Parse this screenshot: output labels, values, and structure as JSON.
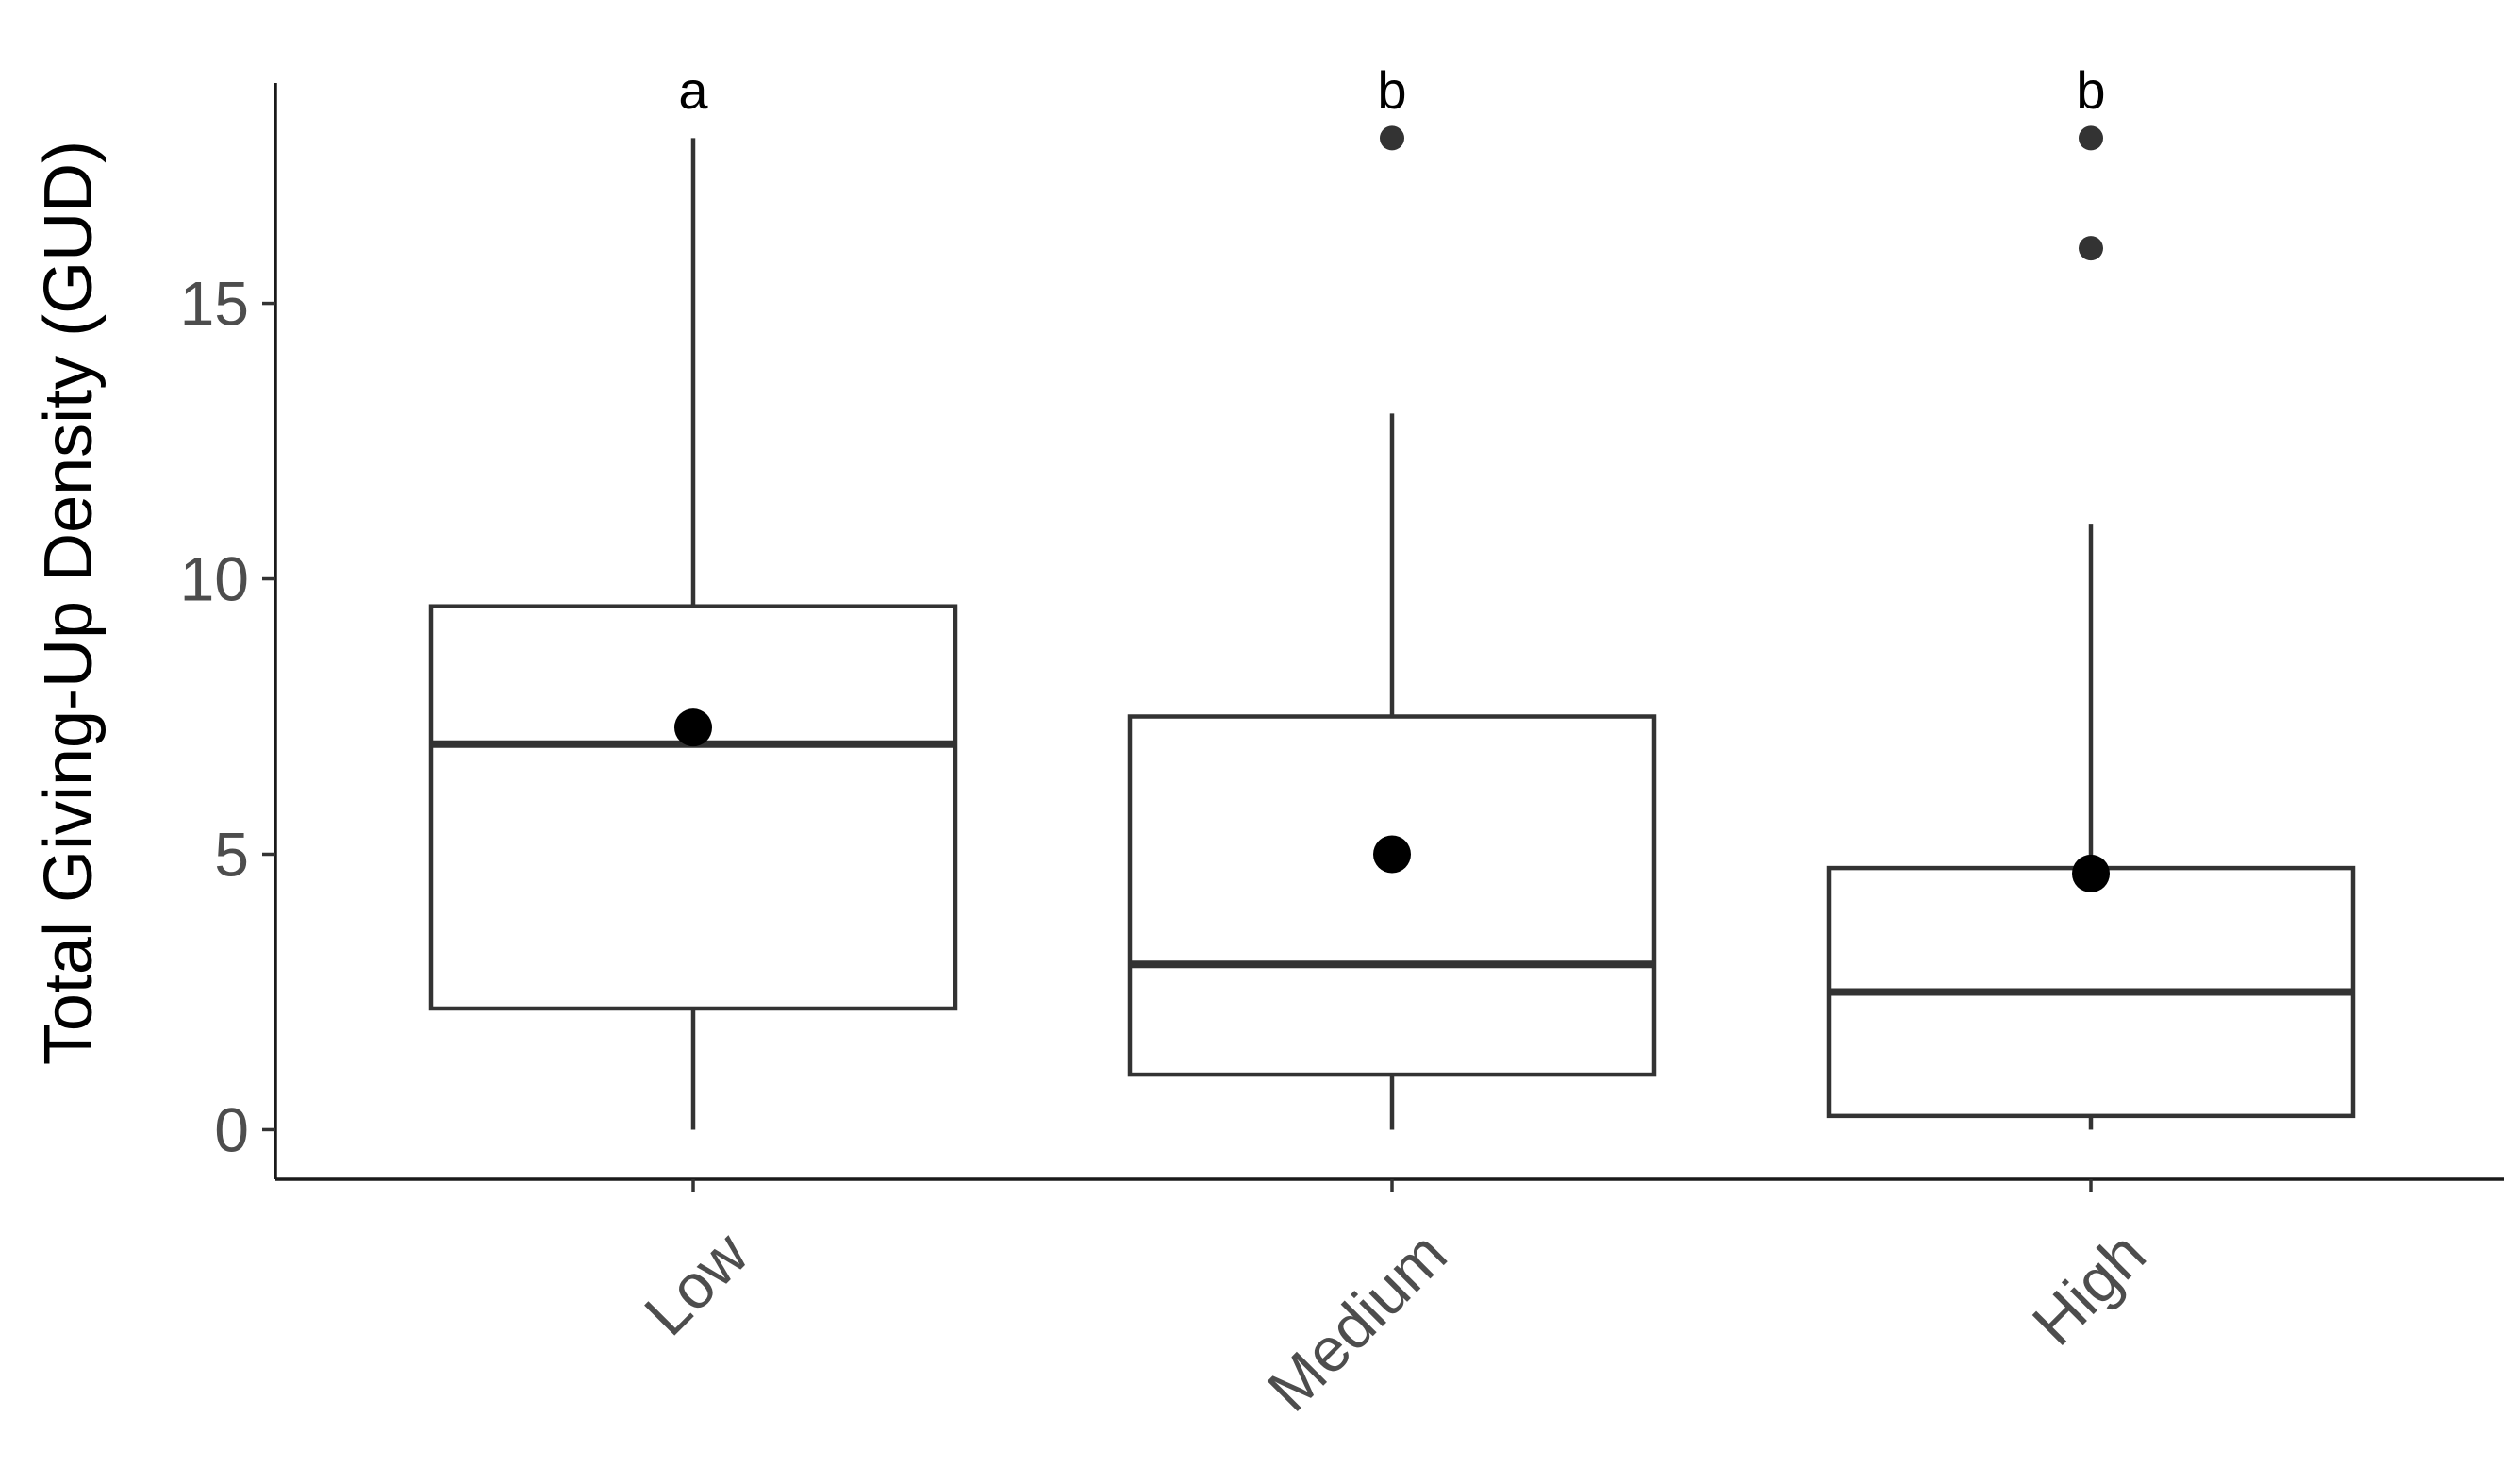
{
  "chart_data": {
    "type": "box",
    "title": "",
    "xlabel": "",
    "ylabel": "Total Giving-Up Density (GUD)",
    "ylim": [
      -0.9,
      19.0
    ],
    "yticks": [
      0,
      5,
      10,
      15
    ],
    "grid": false,
    "legend": "none",
    "colors": {
      "box_stroke": "#333333",
      "mean_point": "#000000",
      "axis": "#1a1a1a",
      "tick_label": "#4d4d4d"
    },
    "categories": [
      "Low",
      "Medium",
      "High"
    ],
    "boxes": [
      {
        "category": "Low",
        "whisker_low": 0,
        "q1": 2.2,
        "median": 7.0,
        "q3": 9.5,
        "whisker_high": 18,
        "outliers": [],
        "mean": 7.3,
        "significance": "a"
      },
      {
        "category": "Medium",
        "whisker_low": 0,
        "q1": 1.0,
        "median": 3.0,
        "q3": 7.5,
        "whisker_high": 13,
        "outliers": [
          18
        ],
        "mean": 5.0,
        "significance": "b"
      },
      {
        "category": "High",
        "whisker_low": 0,
        "q1": 0.25,
        "median": 2.5,
        "q3": 4.75,
        "whisker_high": 11,
        "outliers": [
          16,
          18
        ],
        "mean": 4.65,
        "significance": "b"
      }
    ]
  }
}
